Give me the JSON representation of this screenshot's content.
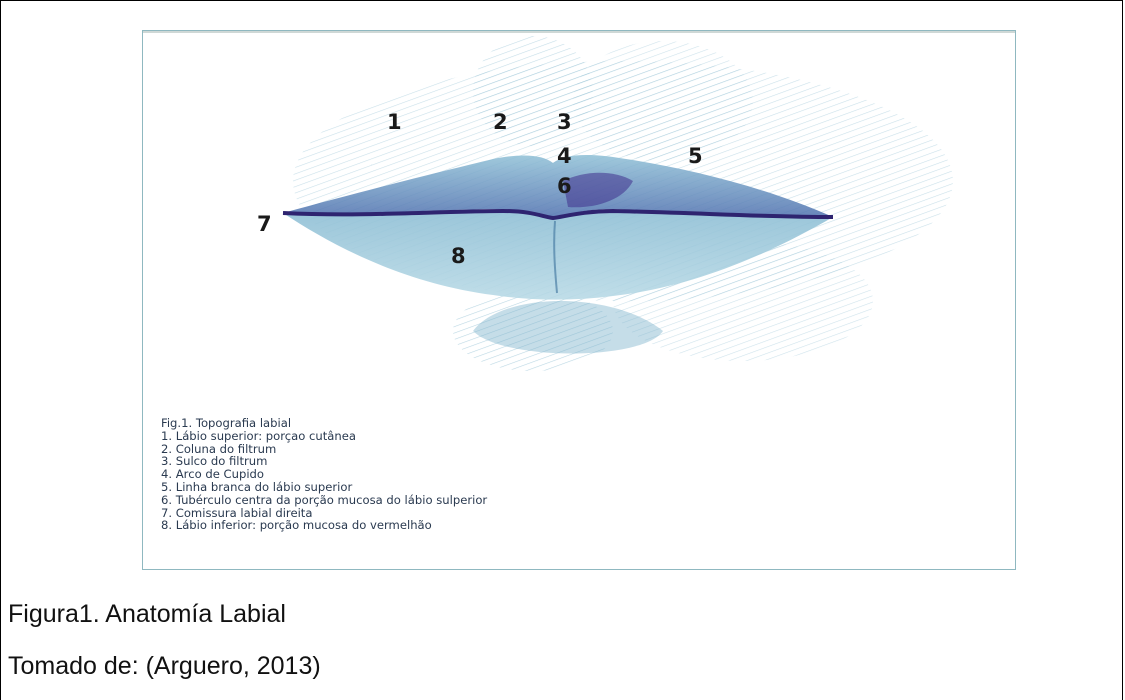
{
  "figure": {
    "labels": [
      "1",
      "2",
      "3",
      "4",
      "5",
      "6",
      "7",
      "8"
    ],
    "legend": {
      "title": "Fig.1. Topografia labial",
      "items": [
        "1. Lábio superior: porçao cutânea",
        "2. Coluna do filtrum",
        "3. Sulco do filtrum",
        "4. Arco de Cupido",
        "5. Linha branca do lábio superior",
        "6. Tubérculo centra da porção mucosa do lábio sulperior",
        "7. Comissura labial direita",
        "8. Lábio inferior: porção mucosa do vermelhão"
      ]
    }
  },
  "captions": {
    "figure_caption": "Figura1. Anatomía Labial",
    "source": "Tomado de: (Arguero, 2013)"
  },
  "colors": {
    "sketch_light": "#bcd9e6",
    "sketch_mid": "#6ea7c4",
    "sketch_dark": "#3f2f8c",
    "border": "#8fb8c0"
  }
}
